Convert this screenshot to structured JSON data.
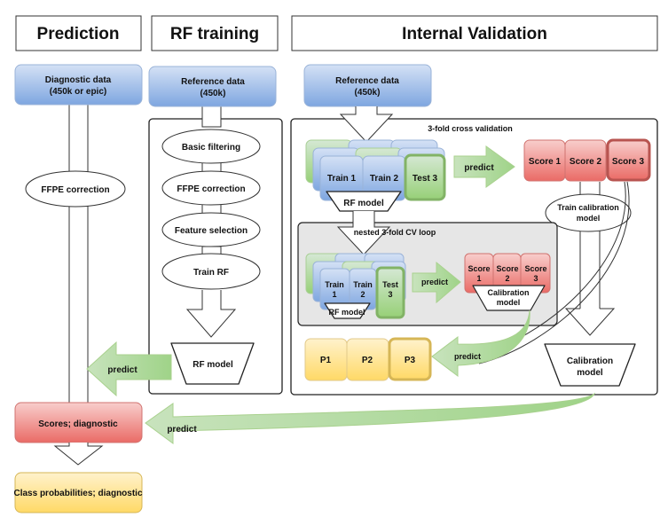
{
  "headers": {
    "prediction": "Prediction",
    "rf_training": "RF training",
    "internal_validation": "Internal Validation"
  },
  "prediction": {
    "input_line1": "Diagnostic data",
    "input_line2": "(450k or epic)",
    "ffpe": "FFPE correction",
    "scores": "Scores; diagnostic",
    "class_probs": "Class probabilities; diagnostic"
  },
  "rf_training": {
    "input_line1": "Reference data",
    "input_line2": "(450k)",
    "steps": [
      "Basic filtering",
      "FFPE correction",
      "Feature selection",
      "Train RF"
    ],
    "model": "RF model"
  },
  "internal_validation": {
    "input_line1": "Reference data",
    "input_line2": "(450k)",
    "cv_title": "3-fold cross validation",
    "folds": [
      "Train 1",
      "Train 2",
      "Test 3"
    ],
    "rf_model": "RF model",
    "scores": [
      "Score 1",
      "Score 2",
      "Score 3"
    ],
    "train_calib_line1": "Train calibration",
    "train_calib_line2": "model",
    "nested_title": "nested 3-fold CV loop",
    "nested_folds": [
      [
        "Train",
        "1"
      ],
      [
        "Train",
        "2"
      ],
      [
        "Test",
        "3"
      ]
    ],
    "nested_rf_model": "RF model",
    "nested_scores": [
      [
        "Score",
        "1"
      ],
      [
        "Score",
        "2"
      ],
      [
        "Score",
        "3"
      ]
    ],
    "nested_calib_line1": "Calibration",
    "nested_calib_line2": "model",
    "probs": [
      "P1",
      "P2",
      "P3"
    ],
    "calib_line1": "Calibration",
    "calib_line2": "model"
  },
  "arrows": {
    "predict": "predict"
  },
  "colors": {
    "blue_top": "#c9daf6",
    "blue_bottom": "#7ea6e0",
    "green_top": "#d5e8d4",
    "green_bottom": "#97d077",
    "green_border": "#82b366",
    "red_top": "#f8cecc",
    "red_bottom": "#ea6b66",
    "red_border": "#b85450",
    "yellow_top": "#fff2cc",
    "yellow_bottom": "#ffd966",
    "yellow_border": "#d6b656",
    "panel_grey": "#e6e6e6"
  }
}
